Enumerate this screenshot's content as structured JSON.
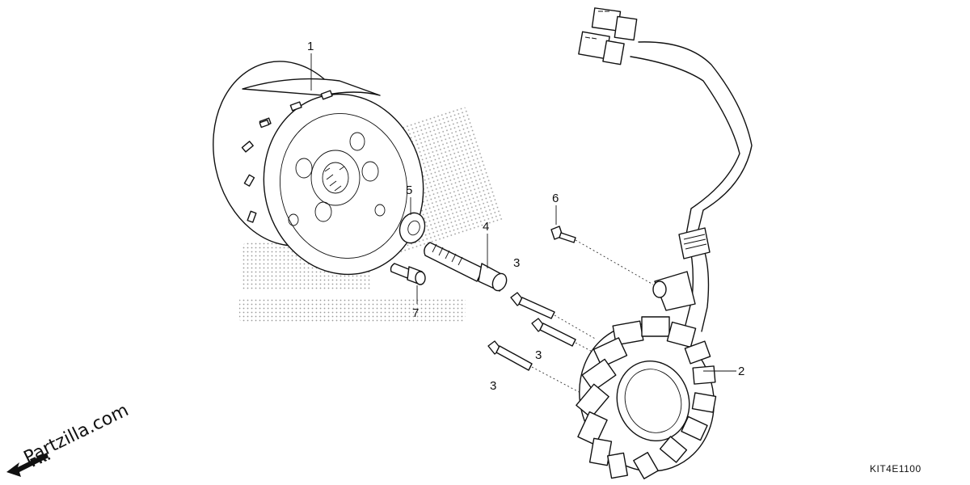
{
  "callouts": [
    {
      "id": "flywheel",
      "number": "1"
    },
    {
      "id": "stator",
      "number": "2"
    },
    {
      "id": "bolt-a",
      "number": "3"
    },
    {
      "id": "bolt-b",
      "number": "3"
    },
    {
      "id": "bolt-c",
      "number": "3"
    },
    {
      "id": "flywheel-bolt",
      "number": "4"
    },
    {
      "id": "washer",
      "number": "5"
    },
    {
      "id": "clamp-bolt",
      "number": "6"
    },
    {
      "id": "socket-bolt",
      "number": "7"
    }
  ],
  "diagram_code": "KIT4E1100",
  "watermark": "Partzilla.com",
  "direction_label": "FR."
}
